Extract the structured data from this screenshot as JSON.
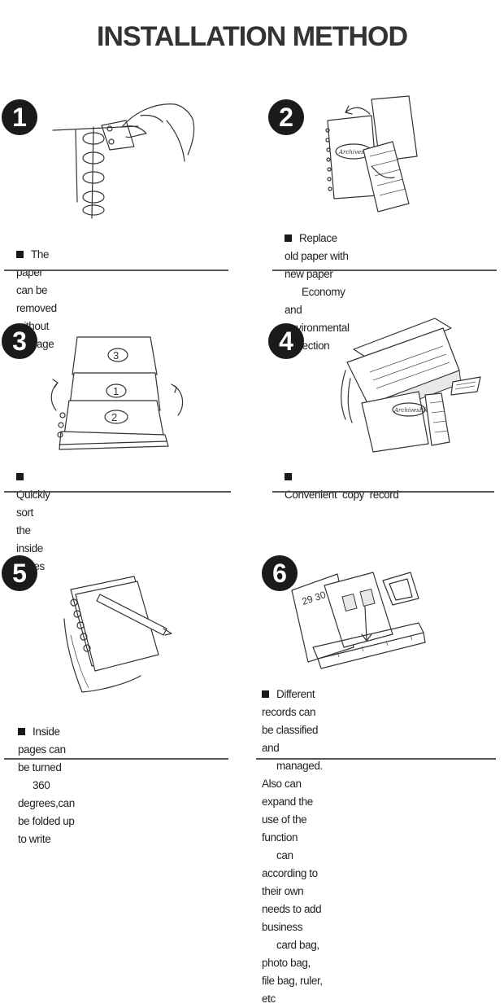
{
  "title": "INSTALLATION METHOD",
  "steps": [
    {
      "number": "1",
      "lines": [
        "The paper can be removed without damage"
      ]
    },
    {
      "number": "2",
      "lines": [
        "Replace old paper with new paper",
        "Economy and environmental protection"
      ]
    },
    {
      "number": "3",
      "lines": [
        "Quickly sort the inside pages"
      ]
    },
    {
      "number": "4",
      "lines": [
        "Convenient  copy  record"
      ]
    },
    {
      "number": "5",
      "lines": [
        "Inside pages can be turned",
        "360 degrees,can be folded up to write"
      ]
    },
    {
      "number": "6",
      "lines": [
        "Different records can be classified and",
        "managed. Also can expand the use of the function",
        "can according to their own needs to add business",
        "card bag, photo bag, file bag, ruler, etc"
      ]
    }
  ],
  "illustration_text": {
    "brand": "ArchivesPRO",
    "page_marks": [
      "3",
      "1",
      "2"
    ],
    "calendar": "29  30  31"
  }
}
